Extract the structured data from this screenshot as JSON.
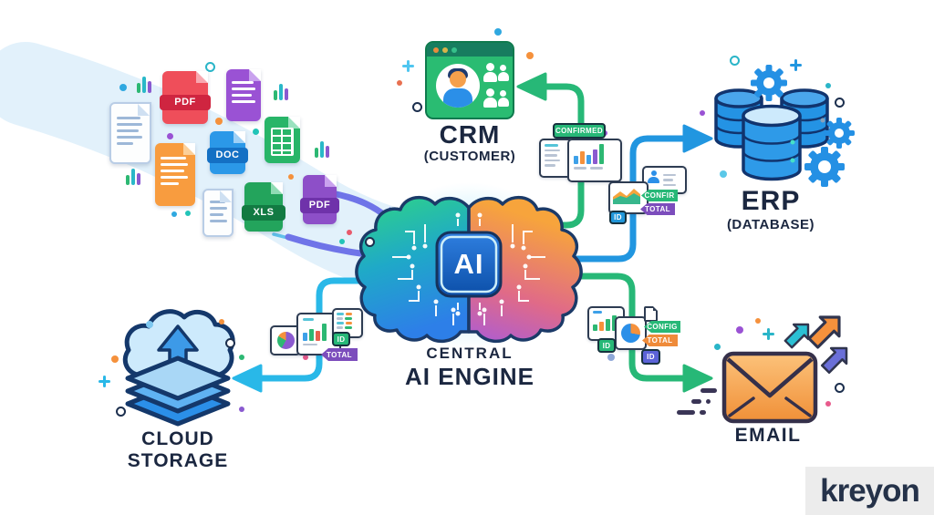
{
  "center": {
    "chip": "AI",
    "label_line1": "CENTRAL",
    "label_line2": "AI ENGINE"
  },
  "crm": {
    "title": "CRM",
    "subtitle": "(CUSTOMER)"
  },
  "erp": {
    "title": "ERP",
    "subtitle": "(DATABASE)"
  },
  "cloud": {
    "line1": "CLOUD",
    "line2": "STORAGE"
  },
  "email": {
    "title": "EMAIL"
  },
  "files": {
    "pdf_red": "PDF",
    "doc_blue": "DOC",
    "xls_green": "XLS",
    "pdf_purple": "PDF"
  },
  "badges": {
    "confirmed": "CONFIRMED",
    "erp_confir": "CONFIR",
    "erp_total": "TOTAL",
    "erp_id": "ID",
    "cloud_id": "ID",
    "cloud_total": "TOTAL",
    "email_config": "CONFIG",
    "email_total": "TOTAL",
    "email_id_green": "ID",
    "email_id_indigo": "ID"
  },
  "logo": {
    "text": "kreyon"
  },
  "colors": {
    "navy_text": "#1b2740",
    "green_accent": "#27b877",
    "blue_accent": "#2196e0",
    "cyan_accent": "#29b8e8",
    "purple_accent": "#7c4dbc",
    "orange_accent": "#f5913c",
    "indigo_accent": "#6a6fd8",
    "red_accent": "#e8505b"
  }
}
